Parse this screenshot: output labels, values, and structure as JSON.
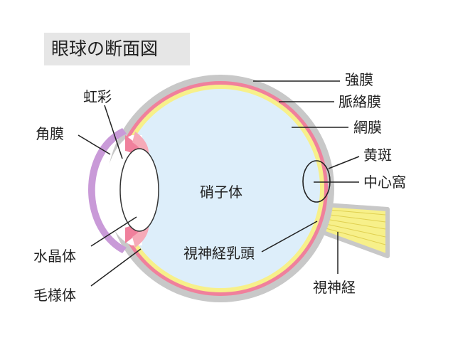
{
  "title": "眼球の断面図",
  "labels": {
    "sclera": "強膜",
    "choroid": "脈絡膜",
    "retina": "網膜",
    "macula": "黄斑",
    "fovea": "中心窩",
    "iris": "虹彩",
    "cornea": "角膜",
    "vitreous": "硝子体",
    "lens": "水晶体",
    "ciliary": "毛様体",
    "optic_disc": "視神経乳頭",
    "optic_nerve": "視神経"
  },
  "colors": {
    "sclera": "#c8c8c8",
    "choroid": "#f0809c",
    "retina": "#f7f08a",
    "vitreous": "#ddeefa",
    "cornea": "#c99ad8",
    "nerve": "#f7f08a",
    "line": "#222222",
    "title_bg": "#e6e6e6"
  }
}
